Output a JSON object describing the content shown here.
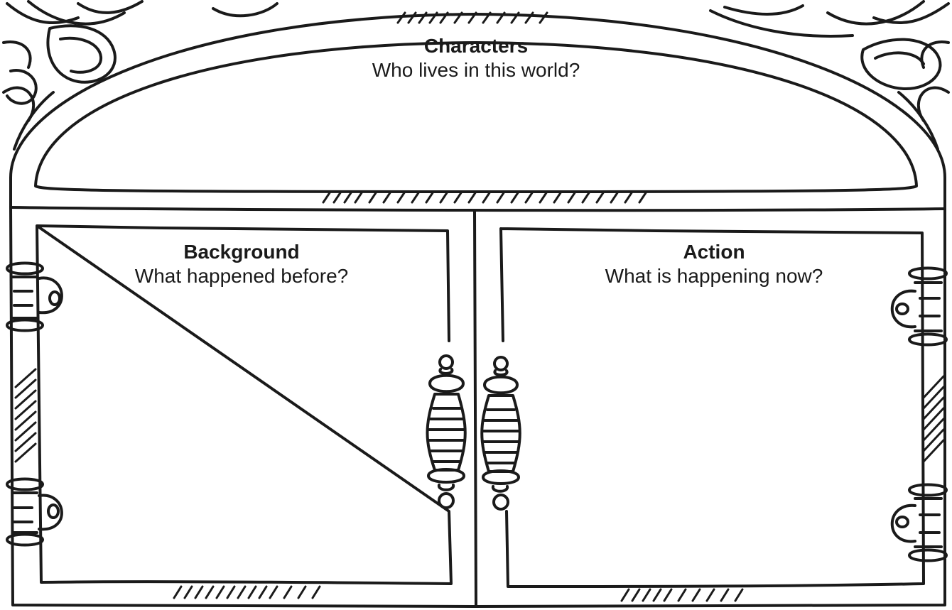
{
  "sections": {
    "characters": {
      "title": "Characters",
      "prompt": "Who lives in this world?"
    },
    "background": {
      "title": "Background",
      "prompt": "What happened before?"
    },
    "action": {
      "title": "Action",
      "prompt": "What is happening now?"
    }
  },
  "colors": {
    "ink": "#1a1a1a",
    "paper": "#ffffff"
  }
}
